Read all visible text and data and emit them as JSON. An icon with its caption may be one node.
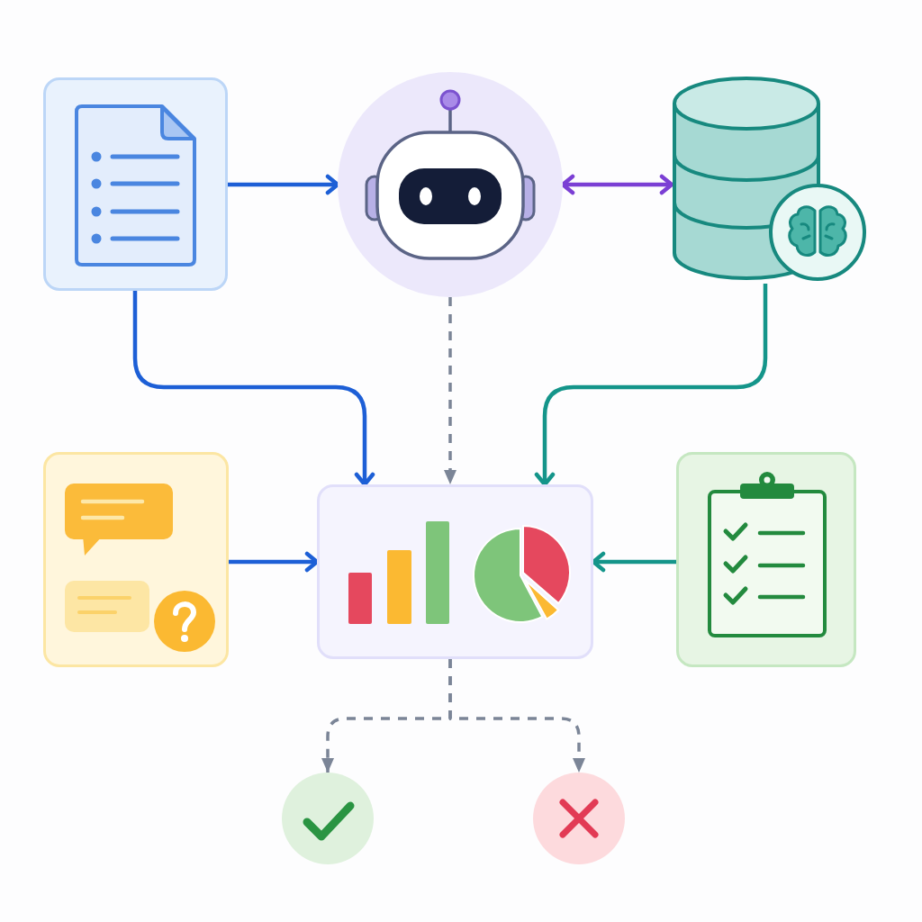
{
  "diagram": {
    "nodes": [
      {
        "text": [],
        "shape": "box"
      },
      {
        "text": [],
        "shape": "circle"
      },
      {
        "text": [],
        "shape": "cylinder"
      },
      {
        "text": [],
        "shape": "box"
      },
      {
        "text": [],
        "shape": "box"
      },
      {
        "text": [],
        "shape": "box"
      },
      {
        "text": [],
        "shape": "circle"
      },
      {
        "text": [],
        "shape": "circle"
      }
    ],
    "edges": [
      {
        "from": 0,
        "to": 1,
        "arrow": "to"
      },
      {
        "from": 1,
        "to": 2,
        "arrow": "both",
        "color": "#7b3fd4"
      },
      {
        "from": 0,
        "to": 4,
        "arrow": "to"
      },
      {
        "from": 1,
        "to": 4,
        "arrow": "to",
        "style": "dashed",
        "color": "#7b8597"
      },
      {
        "from": 2,
        "to": 4,
        "arrow": "to",
        "color": "#14958a"
      },
      {
        "from": 3,
        "to": 4,
        "arrow": "to"
      },
      {
        "from": 5,
        "to": 4,
        "arrow": "to",
        "color": "#14958a"
      },
      {
        "from": 4,
        "to": 6,
        "arrow": "to",
        "style": "dashed",
        "color": "#7b8597"
      },
      {
        "from": 4,
        "to": 7,
        "arrow": "to",
        "style": "dashed",
        "color": "#7b8597"
      }
    ]
  }
}
